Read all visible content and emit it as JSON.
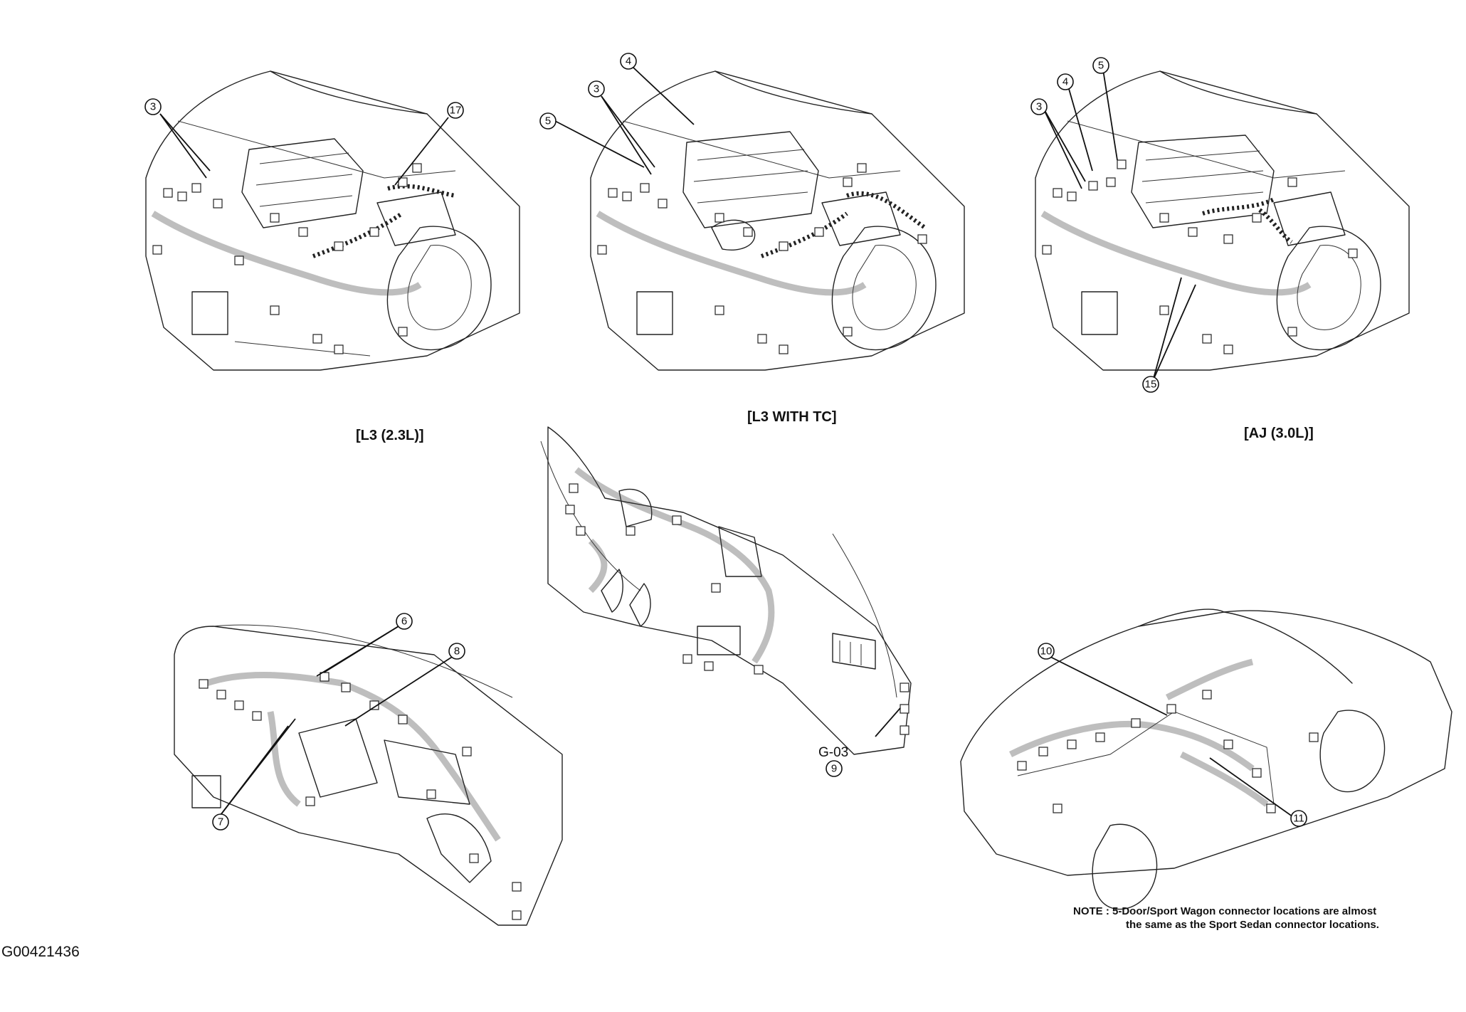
{
  "titles": {
    "l3": "[L3 (2.3L)]",
    "l3tc": "[L3 WITH TC]",
    "aj": "[AJ (3.0L)]"
  },
  "callouts": {
    "c3a": "3",
    "c17": "17",
    "c4b": "4",
    "c3b": "3",
    "c5b": "5",
    "c5c": "5",
    "c4c": "4",
    "c3c": "3",
    "c15": "15",
    "c6": "6",
    "c8": "8",
    "c7": "7",
    "c9": "9",
    "g03": "G-03",
    "c10": "10",
    "c11": "11"
  },
  "note": {
    "line1": "NOTE :  5-Door/Sport Wagon connector locations are almost",
    "line2": "the same as the Sport Sedan connector locations."
  },
  "figure_id": "G00421436"
}
